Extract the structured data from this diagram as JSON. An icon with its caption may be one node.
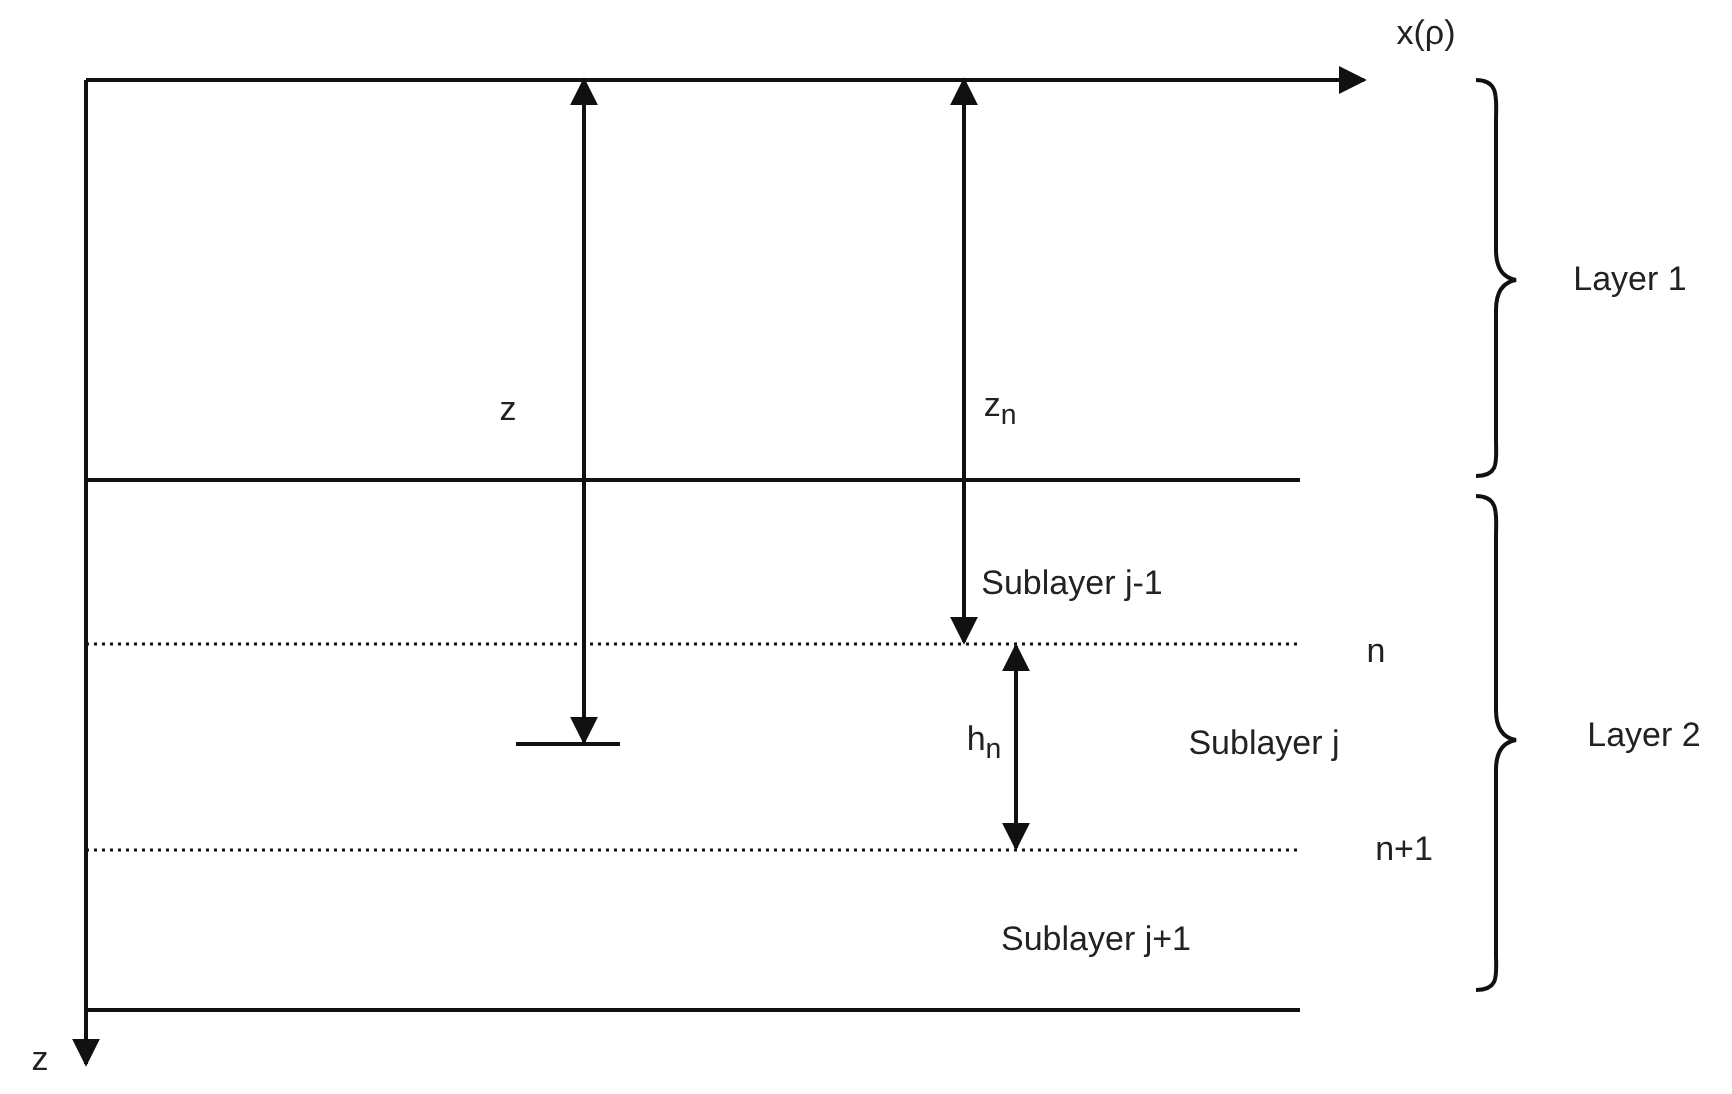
{
  "diagram": {
    "labels": [
      "x(ρ)",
      "Layer 1",
      "z",
      "z$_{n}$",
      "Sublayer j-1",
      "n",
      "h$_{n}$",
      "Sublayer j",
      "Layer 2",
      "n+1",
      "Sublayer j+1",
      "z"
    ]
  }
}
